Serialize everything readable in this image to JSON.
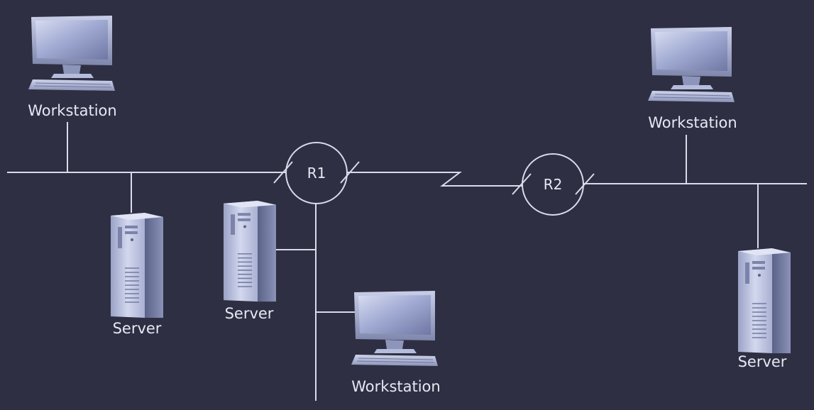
{
  "diagram": {
    "routers": {
      "r1": {
        "label": "R1"
      },
      "r2": {
        "label": "R2"
      }
    },
    "nodes": {
      "ws_top_left": {
        "label": "Workstation",
        "icon": "workstation-icon"
      },
      "ws_top_right": {
        "label": "Workstation",
        "icon": "workstation-icon"
      },
      "ws_bottom": {
        "label": "Workstation",
        "icon": "workstation-icon"
      },
      "srv_left": {
        "label": "Server",
        "icon": "server-tower-icon"
      },
      "srv_middle": {
        "label": "Server",
        "icon": "server-tower-icon"
      },
      "srv_right": {
        "label": "Server",
        "icon": "server-tower-icon"
      }
    },
    "colors": {
      "background": "#2e2f42",
      "line": "#d7dbea",
      "device_light": "#bfc6e2",
      "device_dark": "#6a7194",
      "screen": "#9aa6d0"
    }
  }
}
